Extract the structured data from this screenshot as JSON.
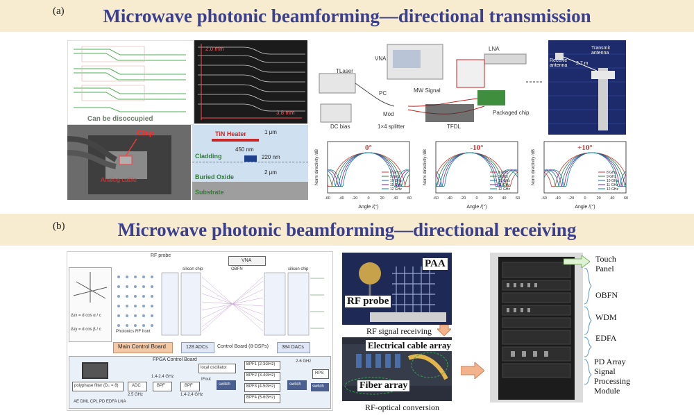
{
  "section_a": {
    "label": "(a)",
    "title": "Microwave photonic beamforming—directional transmission",
    "chip_layout": {
      "caption": "Can be disoccupied"
    },
    "chip_photo": {
      "scale1": "2.0 mm",
      "scale2": "3.8 mm"
    },
    "chip_mount": {
      "chip_label": "Chip",
      "cable_label": "Analog cable"
    },
    "cross_section": {
      "heater": "TiN Heater",
      "h1": "1 μm",
      "width": "450 nm",
      "h2": "220 nm",
      "cladding": "Cladding",
      "h3": "2 μm",
      "oxide": "Buried Oxide",
      "substrate": "Substrate"
    },
    "setup": {
      "vna": "VNA",
      "lna": "LNA",
      "tlaser": "TLaser",
      "pc": "PC",
      "mw": "MW Signal",
      "mod": "Mod",
      "dcbias": "DC bias",
      "splitter": "1×4 splitter",
      "tfdl": "TFDL",
      "pkg": "Packaged chip"
    },
    "chamber": {
      "receive": "Receive antenna",
      "transmit": "Transmit antenna",
      "distance": "2.7 m"
    },
    "plots": [
      {
        "angle": "0°",
        "ylabel": "Norm directivity /dB",
        "xlabel": "Angle /(°)"
      },
      {
        "angle": "-10°",
        "ylabel": "Norm directivity /dB",
        "xlabel": "Angle /(°)"
      },
      {
        "angle": "+10°",
        "ylabel": "Norm directivity /dB",
        "xlabel": "Angle /(°)"
      }
    ],
    "plot_legend": [
      "8 GHz",
      "9 GHz",
      "10 GHz",
      "11 GHz",
      "12 GHz"
    ],
    "plot_xticks": [
      "-60",
      "-40",
      "-20",
      "0",
      "20",
      "40",
      "60"
    ],
    "plot_colors": [
      "#d32f2f",
      "#2e7d32",
      "#1565c0",
      "#7b1fa2",
      "#00838f"
    ]
  },
  "section_b": {
    "label": "(b)",
    "title": "Microwave photonic beamforming—directional receiving",
    "system": {
      "rf_probe": "RF probe",
      "vna": "VNA",
      "obfn": "OBFN",
      "silicon_chip": "silicon chip",
      "photonics_rf_front": "Photonics RF front",
      "main_control": "Main Control Board",
      "adcs": "128 ADCs",
      "control_board": "Control Board (8-DSPs)",
      "dacs": "384 DACs",
      "fpga": "FPGA Control Board",
      "polyphase": "polyphase filter (D↓ = 8)",
      "adc": "ADC",
      "bpf": "BPF",
      "local_osc": "local oscillator",
      "switch": "switch",
      "rps": "RPS",
      "freq1": "1.4-2.4 GHz",
      "freq2": "2.5 GHz",
      "freq3": "2-6 GHz",
      "ifout": "IFout",
      "bpf1": "BPF1 (2-3GHz)",
      "bpf2": "BPF2 (3-4GHz)",
      "bpf3": "BPF3 (4-5GHz)",
      "bpf4": "BPF4 (5-6GHz)",
      "legend": "AE   DML   CPL   PD   EDFA   LNA",
      "delta_x": "Δτx = d cos α / c",
      "delta_y": "Δτy = d cos β / c"
    },
    "photos": {
      "paa": "PAA",
      "rf_probe": "RF probe",
      "rf_receiving": "RF signal receiving",
      "cable_array": "Electrical cable array",
      "fiber_array": "Fiber array",
      "rf_optical": "RF-optical conversion"
    },
    "rack_labels": [
      "Touch Panel",
      "OBFN",
      "WDM",
      "EDFA",
      "PD Array Signal Processing Module"
    ]
  }
}
